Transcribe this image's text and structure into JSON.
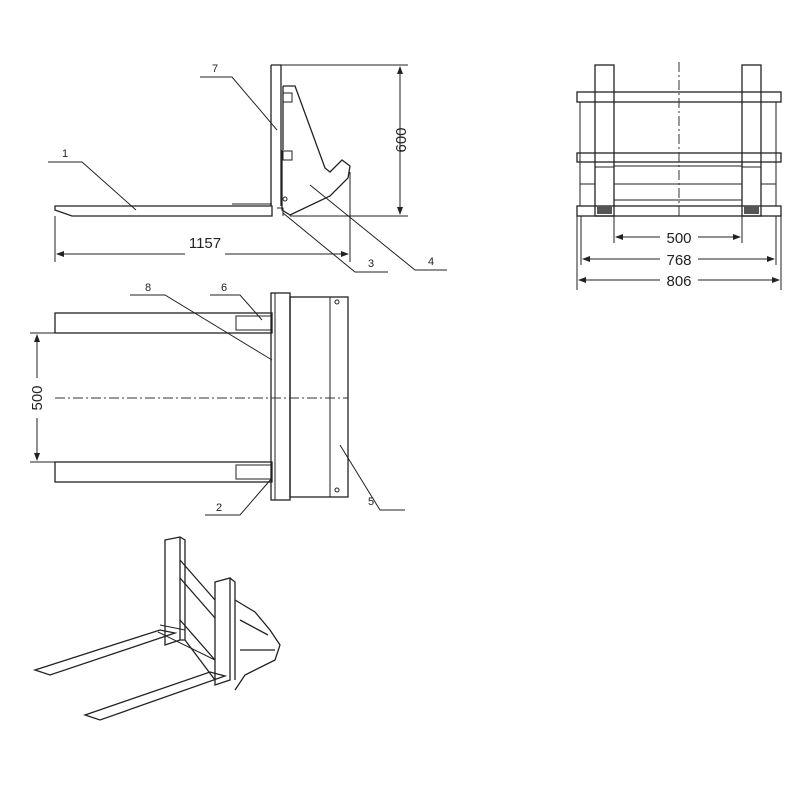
{
  "side_view": {
    "dimensions": {
      "height": "600",
      "length": "1157"
    },
    "labels": {
      "fork": "1",
      "pin": "3",
      "bracket": "4",
      "upright": "7"
    }
  },
  "front_view": {
    "dimensions": {
      "inner": "500",
      "middle": "768",
      "outer": "806"
    }
  },
  "top_view": {
    "dimensions": {
      "fork_spacing": "500"
    },
    "labels": {
      "carriage": "8",
      "block": "6",
      "base": "2",
      "back_plate": "5"
    }
  }
}
